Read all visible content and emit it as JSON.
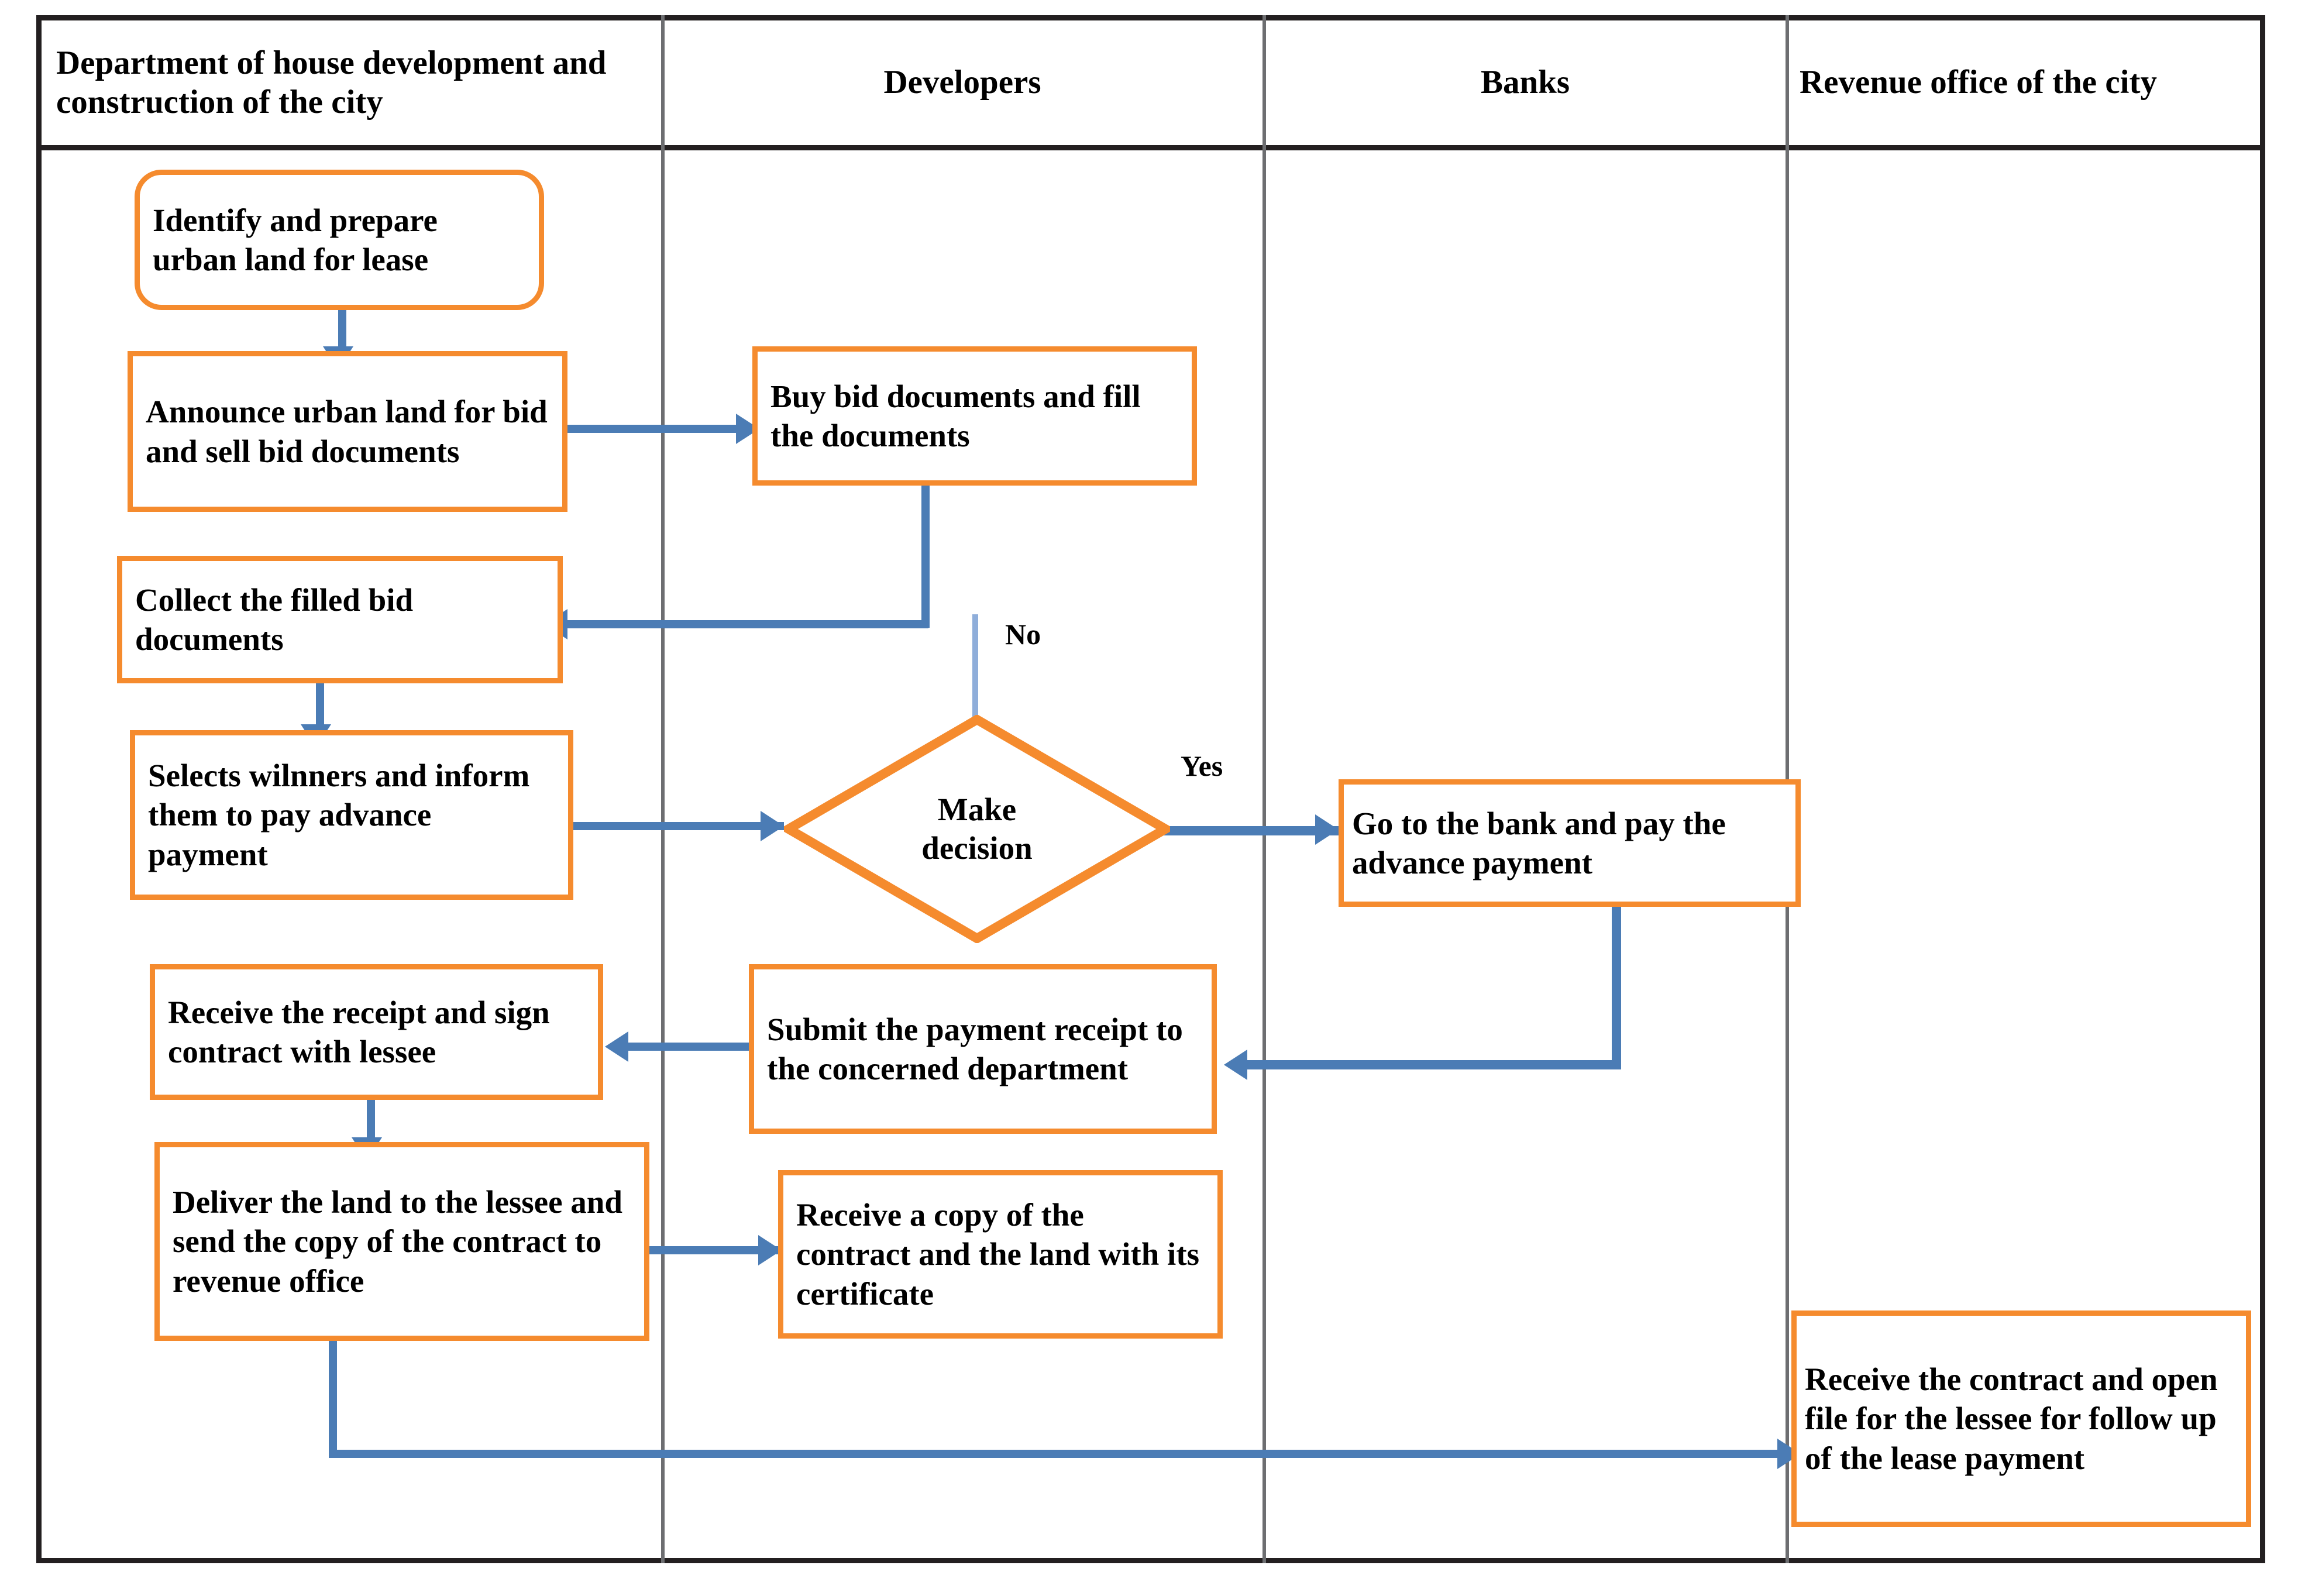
{
  "diagram": {
    "type": "swimlane-flowchart",
    "title_visible": false,
    "colors": {
      "node_border": "#F58B2E",
      "connector": "#4B7CB5",
      "table_border": "#231f20",
      "lane_divider": "#6d6e71",
      "text": "#000000",
      "background": "#ffffff"
    },
    "lanes": [
      {
        "id": "lane-department",
        "label": "Department of house development and construction of the city",
        "align": "left"
      },
      {
        "id": "lane-developers",
        "label": "Developers",
        "align": "center"
      },
      {
        "id": "lane-banks",
        "label": "Banks",
        "align": "center"
      },
      {
        "id": "lane-revenue",
        "label": "Revenue office of the city",
        "align": "left"
      }
    ],
    "nodes": [
      {
        "id": "identify-prepare-land",
        "lane": "lane-department",
        "shape": "rounded-rectangle",
        "text": "Identify and prepare urban land for lease"
      },
      {
        "id": "announce-urban-land",
        "lane": "lane-department",
        "shape": "rectangle",
        "text": "Announce urban land for bid and sell bid documents"
      },
      {
        "id": "collect-bid-documents",
        "lane": "lane-department",
        "shape": "rectangle",
        "text": "Collect the filled bid documents"
      },
      {
        "id": "select-winners",
        "lane": "lane-department",
        "shape": "rectangle",
        "text": "Selects wilnners and inform them to pay advance payment"
      },
      {
        "id": "receive-receipt-sign-contract",
        "lane": "lane-department",
        "shape": "rectangle",
        "text": "Receive the receipt and sign contract with lessee"
      },
      {
        "id": "deliver-land",
        "lane": "lane-department",
        "shape": "rectangle",
        "text": "Deliver the land to the lessee and send the copy of the contract to revenue office"
      },
      {
        "id": "buy-bid-documents",
        "lane": "lane-developers",
        "shape": "rectangle",
        "text": "Buy bid documents and fill the documents"
      },
      {
        "id": "make-decision",
        "lane": "lane-developers",
        "shape": "diamond",
        "text": "Make decision"
      },
      {
        "id": "submit-payment-receipt",
        "lane": "lane-developers",
        "shape": "rectangle",
        "text": "Submit the payment receipt to the concerned department"
      },
      {
        "id": "receive-copy-contract",
        "lane": "lane-developers",
        "shape": "rectangle",
        "text": "Receive a copy of the contract and the land with its certificate"
      },
      {
        "id": "go-to-bank-pay",
        "lane": "lane-banks",
        "shape": "rectangle",
        "text": "Go to the bank and pay the advance payment"
      },
      {
        "id": "receive-contract-open-file",
        "lane": "lane-revenue",
        "shape": "rectangle",
        "text": "Receive the contract and open file for the lessee for follow up of the lease payment"
      }
    ],
    "edge_labels": {
      "decision_no": "No",
      "decision_yes": "Yes"
    },
    "edges": [
      {
        "from": "identify-prepare-land",
        "to": "announce-urban-land",
        "label": ""
      },
      {
        "from": "announce-urban-land",
        "to": "buy-bid-documents",
        "label": ""
      },
      {
        "from": "buy-bid-documents",
        "to": "collect-bid-documents",
        "label": ""
      },
      {
        "from": "collect-bid-documents",
        "to": "select-winners",
        "label": ""
      },
      {
        "from": "select-winners",
        "to": "make-decision",
        "label": ""
      },
      {
        "from": "make-decision",
        "to": "buy-bid-documents",
        "label": "No"
      },
      {
        "from": "make-decision",
        "to": "go-to-bank-pay",
        "label": "Yes"
      },
      {
        "from": "go-to-bank-pay",
        "to": "submit-payment-receipt",
        "label": ""
      },
      {
        "from": "submit-payment-receipt",
        "to": "receive-receipt-sign-contract",
        "label": ""
      },
      {
        "from": "receive-receipt-sign-contract",
        "to": "deliver-land",
        "label": ""
      },
      {
        "from": "deliver-land",
        "to": "receive-copy-contract",
        "label": ""
      },
      {
        "from": "deliver-land",
        "to": "receive-contract-open-file",
        "label": ""
      }
    ]
  }
}
